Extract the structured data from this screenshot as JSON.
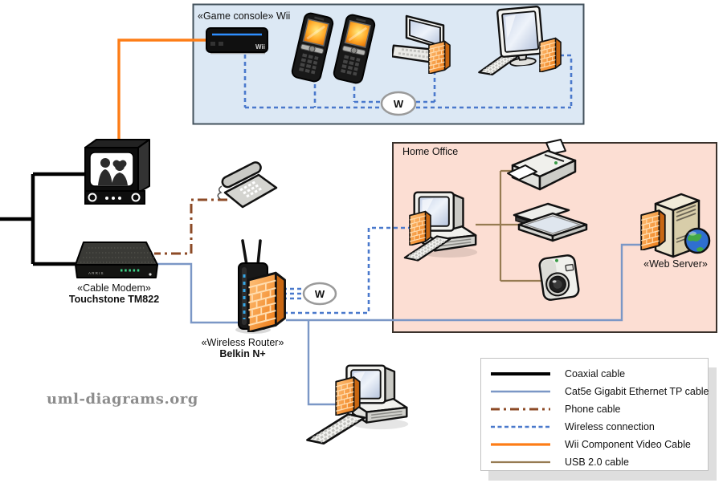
{
  "watermark": "uml-diagrams.org",
  "wireless_symbol": "W",
  "boxes": {
    "home_office": {
      "label": "Home Office"
    }
  },
  "nodes": {
    "game_console": {
      "label": "«Game console» Wii",
      "device_text": "Wii"
    },
    "cable_modem": {
      "stereotype": "«Cable Modem»",
      "name": "Touchstone TM822",
      "device_text": "ARRIS"
    },
    "wireless_router": {
      "stereotype": "«Wireless Router»",
      "name": "Belkin N+"
    },
    "web_server": {
      "label": "«Web Server»"
    }
  },
  "legend": {
    "items": [
      {
        "key": "coax",
        "label": "Coaxial cable",
        "color": "#000000",
        "width": 4,
        "dash": ""
      },
      {
        "key": "eth",
        "label": "Cat5e Gigabit Ethernet TP cable",
        "color": "#7b97c6",
        "width": 2.4,
        "dash": ""
      },
      {
        "key": "phone",
        "label": "Phone cable",
        "color": "#8c4a26",
        "width": 3,
        "dash": "11 5 3 5"
      },
      {
        "key": "wifi",
        "label": "Wireless connection",
        "color": "#4a79cc",
        "width": 2.6,
        "dash": "5 3.5"
      },
      {
        "key": "wii",
        "label": "Wii Component Video Cable",
        "color": "#fd7d17",
        "width": 3.2,
        "dash": ""
      },
      {
        "key": "usb",
        "label": "USB 2.0 cable",
        "color": "#967b52",
        "width": 2.2,
        "dash": ""
      }
    ]
  }
}
